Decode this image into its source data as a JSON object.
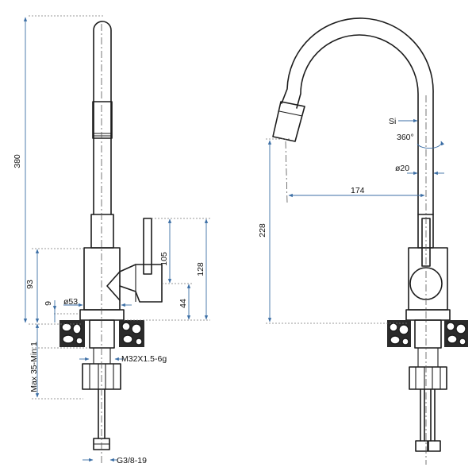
{
  "front": {
    "dim_380": "380",
    "dim_93": "93",
    "dim_9": "9",
    "dim_countertop": "Max 35-Min 1",
    "dim_105": "105",
    "dim_128": "128",
    "dim_44": "44",
    "dim_d53": "ø53",
    "dim_thread": "M32X1.5-6g",
    "dim_hose_thread": "G3/8-19"
  },
  "side": {
    "dim_228": "228",
    "dim_174": "174",
    "dim_d20": "ø20",
    "label_si": "Si",
    "label_rotation": "360°"
  }
}
